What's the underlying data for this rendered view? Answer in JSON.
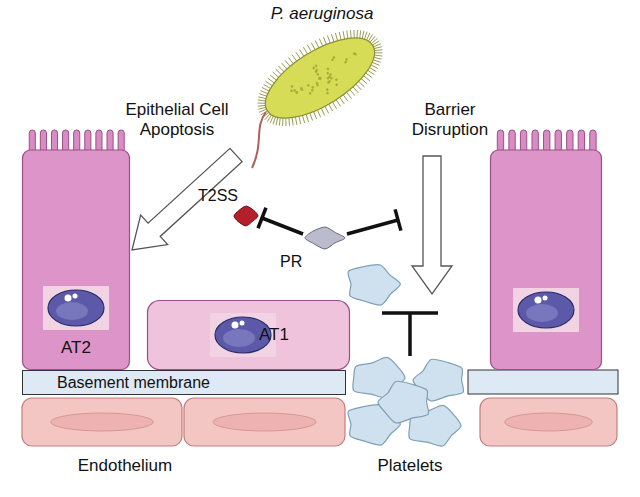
{
  "diagram": {
    "nodes": [
      {
        "text": [
          "AT2"
        ]
      },
      {
        "text": [
          "AT1"
        ]
      },
      {
        "text": [
          "Basement membrane"
        ]
      }
    ],
    "labels": [
      "P. aeruginosa",
      "Epithelial Cell Apoptosis",
      "Barrier Disruption",
      "T2SS",
      "PR",
      "Endothelium",
      "Platelets"
    ]
  }
}
